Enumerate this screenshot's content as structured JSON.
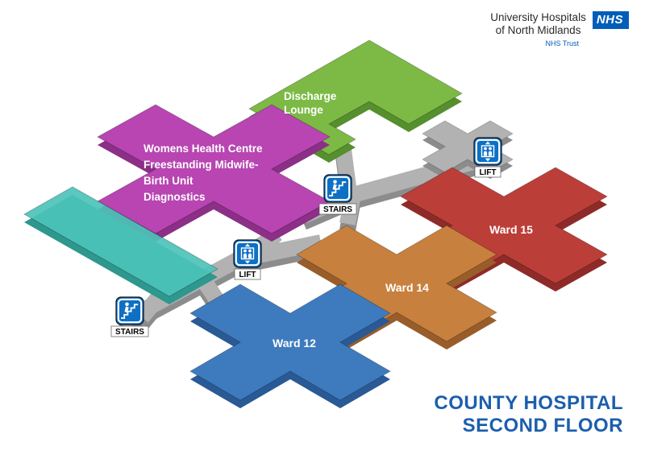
{
  "header": {
    "org_line1": "University Hospitals",
    "org_line2": "of North Midlands",
    "badge": "NHS",
    "trust": "NHS Trust",
    "nhs_blue": "#005EB8"
  },
  "title": {
    "line1": "COUNTY HOSPITAL",
    "line2": "SECOND FLOOR",
    "color": "#1C5EAD"
  },
  "map": {
    "areas": {
      "womens_health": {
        "lines": [
          "Womens Health Centre",
          "Freestanding Midwife-",
          "Birth Unit",
          "Diagnostics"
        ],
        "color": "#B845B2",
        "side": "#8C2F87"
      },
      "discharge_lounge": {
        "lines": [
          "Discharge",
          "Lounge"
        ],
        "color": "#7CBA45",
        "side": "#568F2D"
      },
      "ward_15": {
        "label": "Ward 15",
        "color": "#BC3E39",
        "side": "#8E2B28"
      },
      "ward_14": {
        "label": "Ward 14",
        "color": "#C8803E",
        "side": "#995D2A"
      },
      "ward_12": {
        "label": "Ward 12",
        "color": "#3E7BBE",
        "side": "#2A5A95"
      },
      "unnamed_unit": {
        "label": "",
        "color": "#4CC3B8",
        "side": "#2E978E"
      }
    },
    "corridor": {
      "color": "#B2B2B2",
      "side": "#8C8C8C"
    },
    "icons": {
      "lift": "LIFT",
      "stairs": "STAIRS",
      "color": "#0D70C5"
    }
  }
}
